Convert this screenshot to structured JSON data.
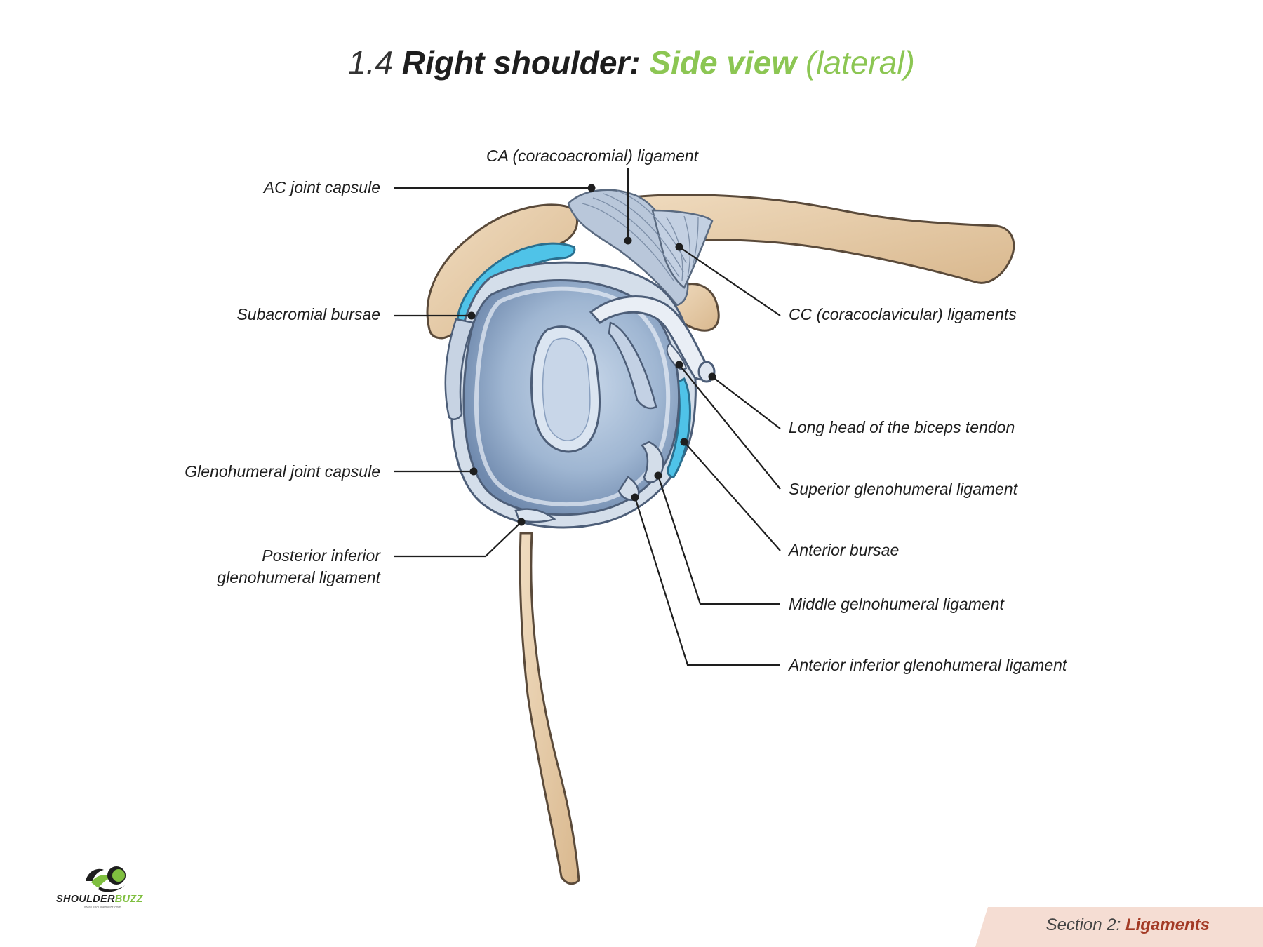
{
  "title": {
    "number": "1.4",
    "main": "Right shoulder",
    "colon": ":",
    "view": "Side view",
    "qualifier": "(lateral)"
  },
  "labels": {
    "ca_ligament": "CA (coracoacromial) ligament",
    "ac_joint_capsule": "AC joint capsule",
    "subacromial_bursae": "Subacromial bursae",
    "glenohumeral_joint_capsule": "Glenohumeral joint capsule",
    "posterior_inferior_line1": "Posterior inferior",
    "posterior_inferior_line2": "glenohumeral ligament",
    "cc_ligaments": "CC (coracoclavicular) ligaments",
    "long_head_biceps": "Long head of the biceps tendon",
    "superior_gh_ligament": "Superior glenohumeral ligament",
    "anterior_bursae": "Anterior bursae",
    "middle_gh_ligament": "Middle gelnohumeral ligament",
    "anterior_inferior_gh_ligament": "Anterior inferior glenohumeral ligament"
  },
  "logo": {
    "name_part1": "SHOULDER",
    "name_part2": "BUZZ",
    "url": "www.shoulderbuzz.com"
  },
  "footer": {
    "section": "Section 2:",
    "topic": "Ligaments"
  },
  "colors": {
    "accent_green": "#8cc653",
    "footer_red": "#a33a25",
    "bone": "#e6c9a4",
    "capsule": "#8fa8c8",
    "bursa": "#4fc3e8"
  }
}
